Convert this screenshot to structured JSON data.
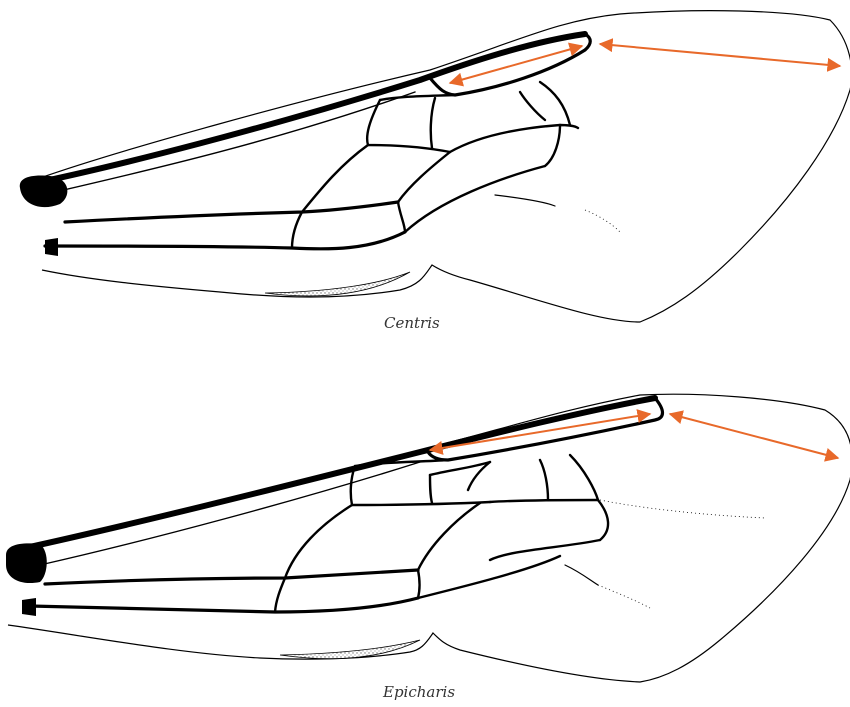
{
  "wings": [
    {
      "id": "centris",
      "label": "Centris"
    },
    {
      "id": "epicharis",
      "label": "Epicharis"
    }
  ],
  "colors": {
    "arrow": "#e8692a",
    "vein": "#000000",
    "membrane": "#ffffff",
    "jugal": "#cccccc"
  }
}
